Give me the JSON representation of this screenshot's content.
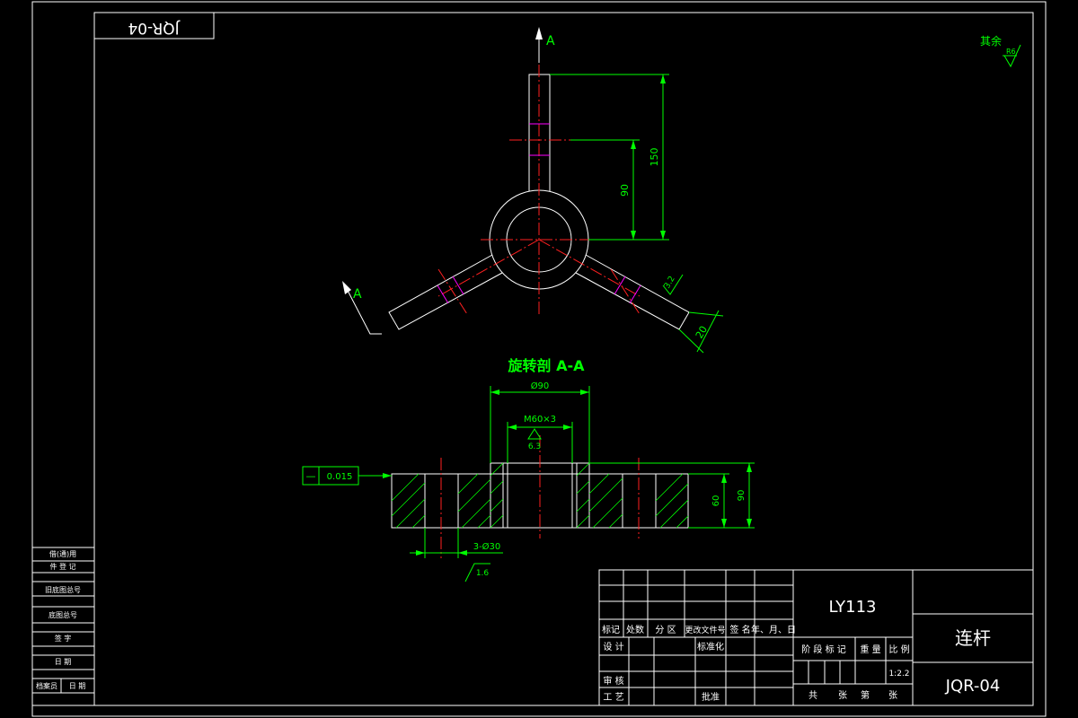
{
  "drawing_code": "JQR-04",
  "drawing_code_rotated": "JQR-04",
  "roughness_note": {
    "label": "其余",
    "value": "R6"
  },
  "section_mark": "A",
  "section_title": "旋转剖 A-A",
  "dimensions": {
    "d150": "150",
    "d90": "90",
    "d20": "20",
    "ra32_top": "3.2",
    "dia90": "Ø90",
    "thread": "M60×3",
    "ra63": "6.3",
    "h60": "60",
    "h90": "90",
    "holes": "3-Ø30",
    "ra16": "1.6",
    "tolerance": "0.015",
    "tolerance_symbol": "—"
  },
  "left_strip": [
    "借(通)用",
    "件 登 记",
    "旧底图总号",
    "底图总号",
    "签 字",
    "日 期",
    "档案员",
    "日 期"
  ],
  "title_block": {
    "material": "LY113",
    "part_name": "连杆",
    "drawing_no": "JQR-04",
    "headers": [
      "标记",
      "处数",
      "分 区",
      "更改文件号",
      "签 名",
      "年、月、日"
    ],
    "design": "设 计",
    "standardize": "标准化",
    "review": "审 核",
    "process": "工 艺",
    "approve": "批准",
    "stage_mark": "阶 段 标 记",
    "weight": "重 量",
    "scale_label": "比 例",
    "scale": "1:2.2",
    "sheets_total": "共",
    "sheets_unit": "张",
    "sheet_no": "第",
    "sheet_unit2": "张"
  }
}
